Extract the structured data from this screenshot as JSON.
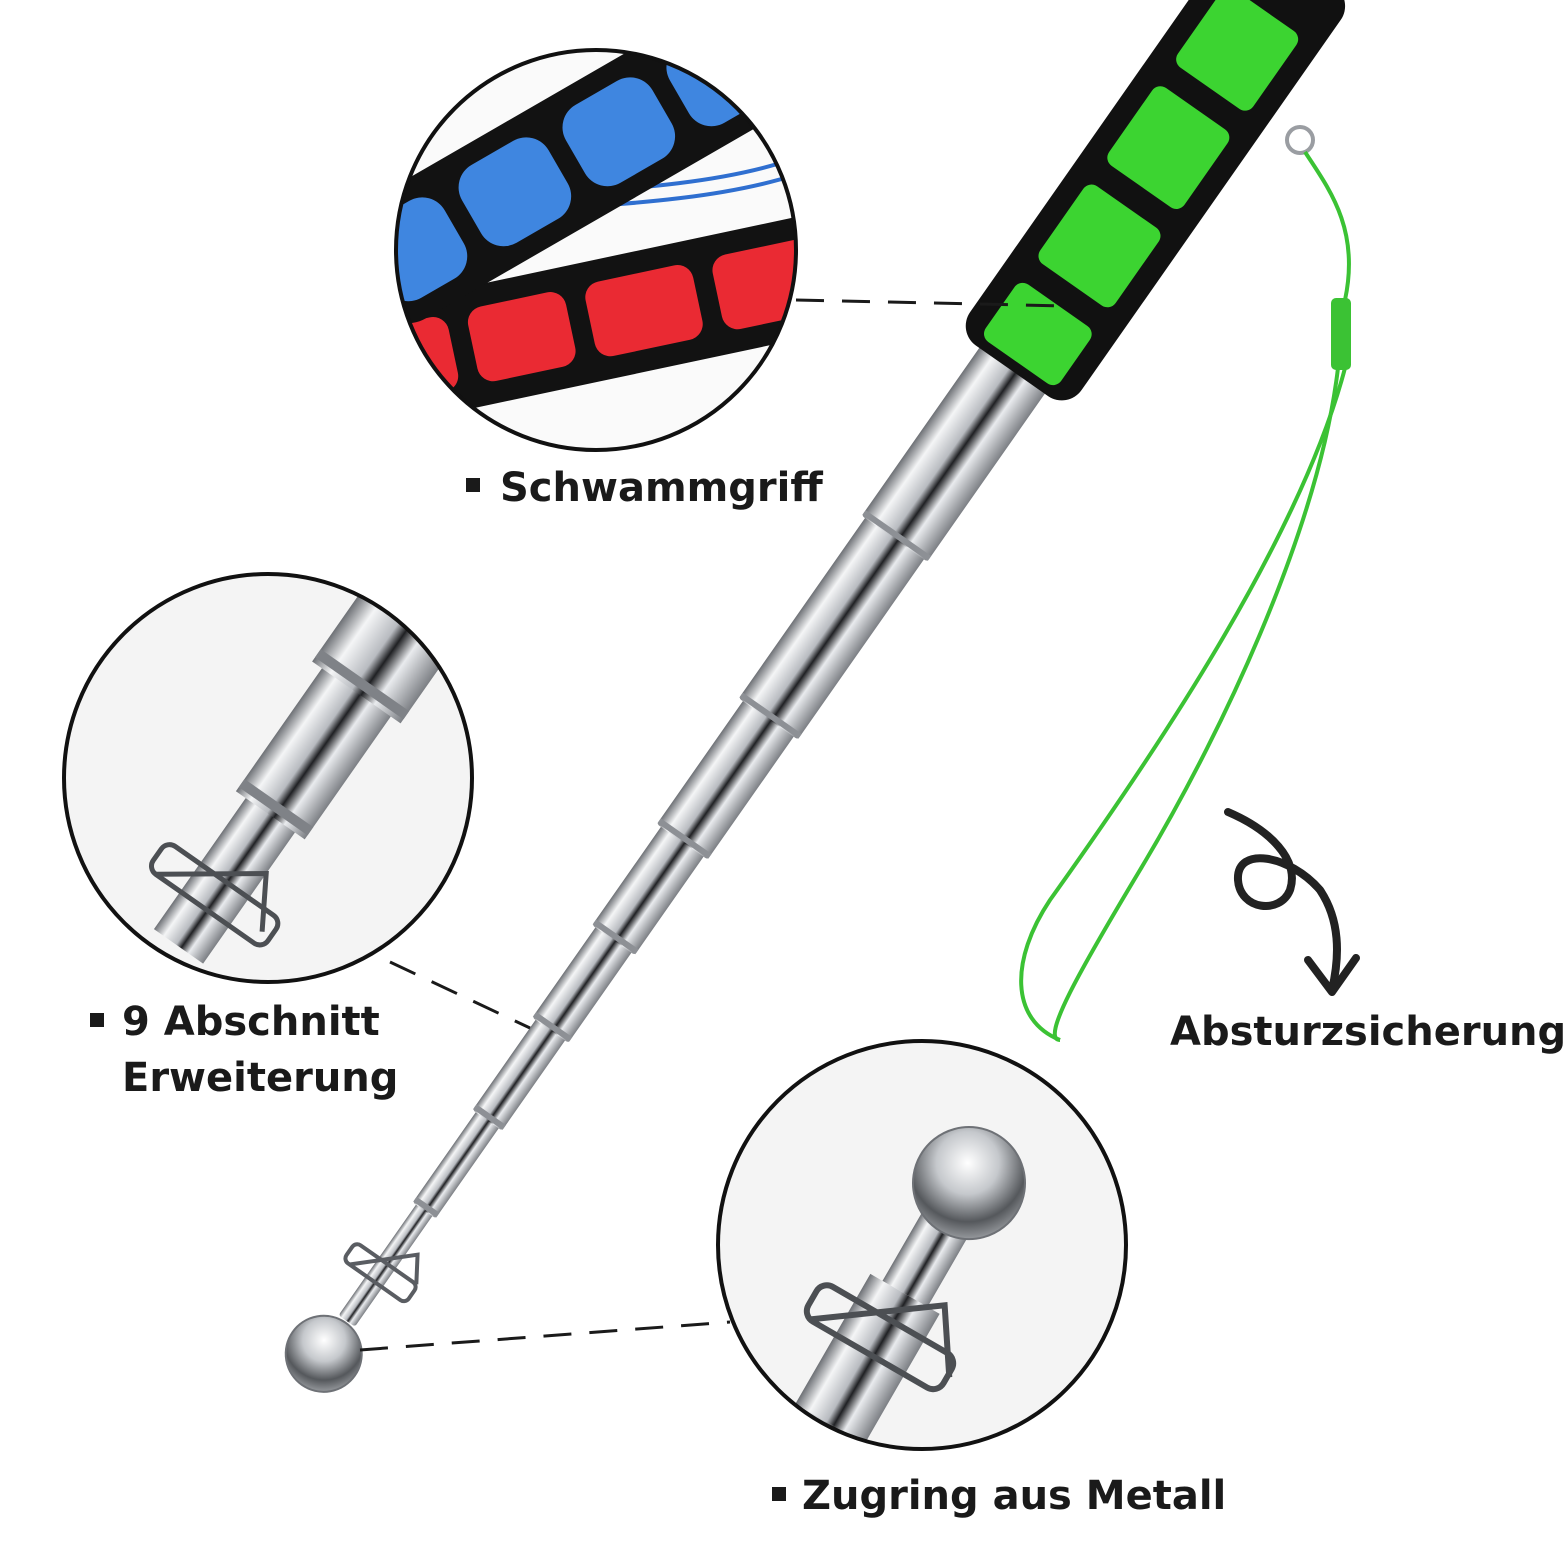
{
  "colors": {
    "background": "#ffffff",
    "grip_black": "#111111",
    "grip_green": "#3cd431",
    "lanyard_green": "#3bc234",
    "steel": "#c9ccd1",
    "foam_blue": "#3f86e0",
    "foam_red": "#ea2a33",
    "label_text": "#1a1a1a"
  },
  "labels": {
    "sponge_grip": "Schwammgriff",
    "sections_line1": "9 Abschnitt",
    "sections_line2": "Erweiterung",
    "drop_protection": "Absturzsicherung",
    "pull_ring": "Zugring aus Metall"
  },
  "icons": {
    "bullet": "square-bullet-icon",
    "arrow": "curly-arrow-icon"
  }
}
